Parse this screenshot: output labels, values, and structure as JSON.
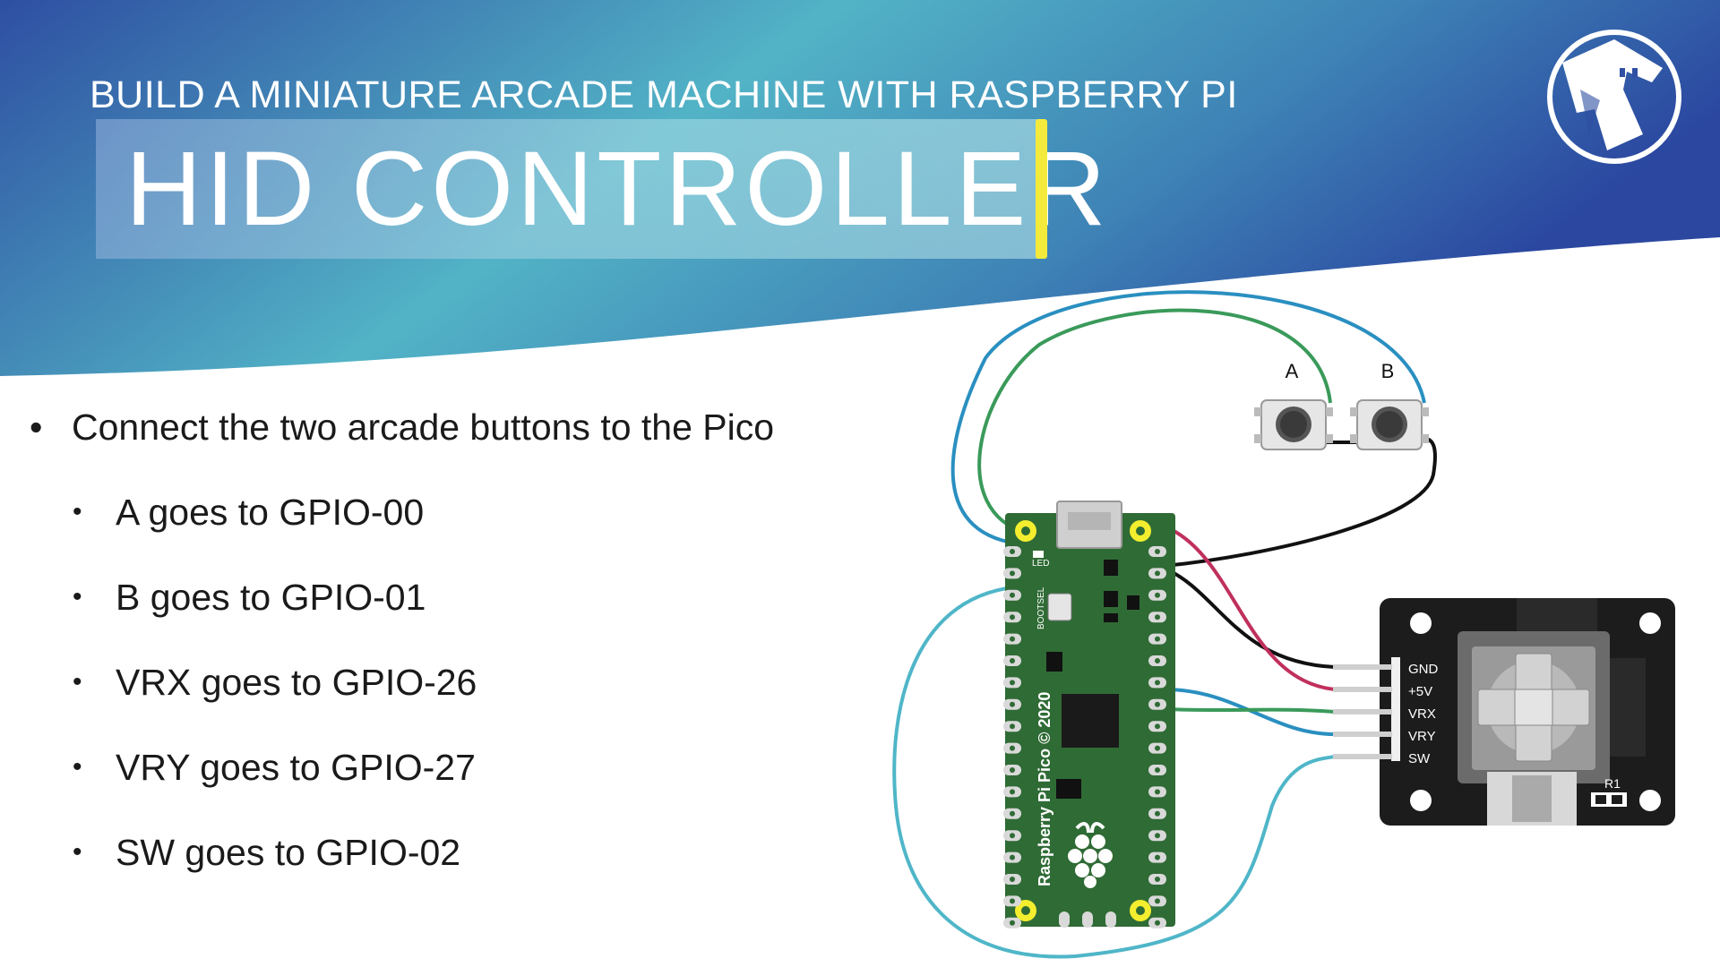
{
  "header": {
    "subtitle": "BUILD A MINIATURE ARCADE MACHINE WITH RASPBERRY PI",
    "title": "HID CONTROLLER"
  },
  "logo": {
    "icon": "kiosk-robot-logo-icon"
  },
  "bullets": {
    "main": "Connect the two arcade buttons to the Pico",
    "items": [
      "A goes to GPIO-00",
      "B goes to GPIO-01",
      "VRX goes to GPIO-26",
      "VRY goes to GPIO-27",
      "SW goes to GPIO-02"
    ]
  },
  "diagram": {
    "button_a_label": "A",
    "button_b_label": "B",
    "board_label": "Raspberry Pi Pico © 2020",
    "led_label": "LED",
    "bootsel_label": "BOOTSEL",
    "joystick_pins": [
      "GND",
      "+5V",
      "VRX",
      "VRY",
      "SW"
    ],
    "joystick_r1": "R1"
  },
  "colors": {
    "banner_dark": "#2e4fa2",
    "banner_light": "#4fb4c8",
    "accent_yellow": "#f3ea3c",
    "pico_green": "#2f6b35",
    "wire_blue": "#2a8fc0",
    "wire_green": "#3a9a5a",
    "wire_teal": "#4fb6c8",
    "wire_red": "#c0305c",
    "wire_black": "#111111"
  }
}
